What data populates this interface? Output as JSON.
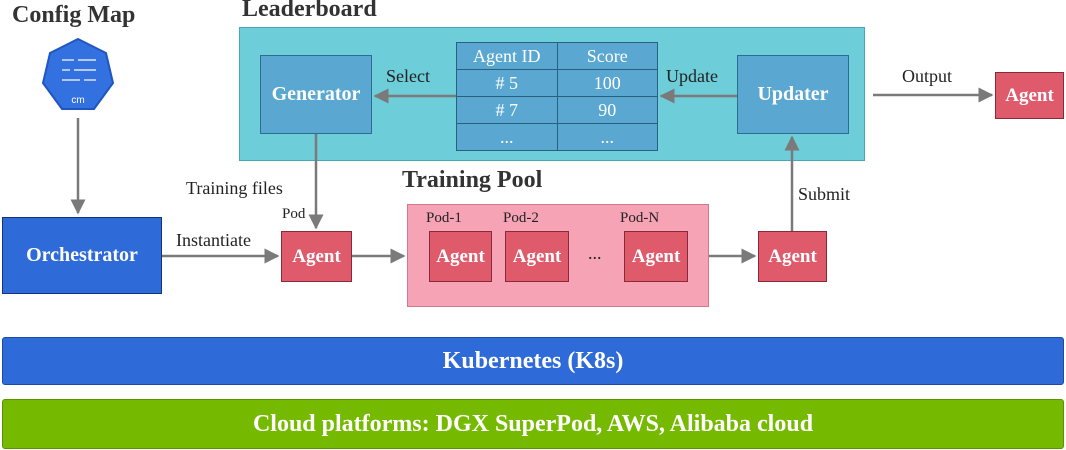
{
  "config_map": {
    "title": "Config Map",
    "icon_label": "cm"
  },
  "leaderboard": {
    "title": "Leaderboard",
    "generator": "Generator",
    "updater": "Updater",
    "select_label": "Select",
    "update_label": "Update",
    "table": {
      "headers": [
        "Agent ID",
        "Score"
      ],
      "rows": [
        [
          "# 5",
          "100"
        ],
        [
          "# 7",
          "90"
        ],
        [
          "...",
          "..."
        ]
      ]
    }
  },
  "output_label": "Output",
  "output_agent": "Agent",
  "orchestrator": "Orchestrator",
  "instantiate_label": "Instantiate",
  "training_files_label": "Training files",
  "pod_label": "Pod",
  "new_agent": "Agent",
  "training_pool": {
    "title": "Training Pool",
    "pods": [
      {
        "name": "Pod-1",
        "agent": "Agent"
      },
      {
        "name": "Pod-2",
        "agent": "Agent"
      },
      {
        "name": "Pod-N",
        "agent": "Agent"
      }
    ],
    "ellipsis": "..."
  },
  "submit_label": "Submit",
  "submit_agent": "Agent",
  "kubernetes": "Kubernetes (K8s)",
  "cloud": "Cloud platforms: DGX SuperPod, AWS, Alibaba cloud",
  "colors": {
    "leaderboard_bg": "#6dcdd9",
    "box_blue": "#5aa7d1",
    "agent_red": "#df5a6b",
    "pool_pink": "#f5a3b5",
    "k8s_blue": "#2f6bd8",
    "cloud_green": "#75ba00"
  }
}
